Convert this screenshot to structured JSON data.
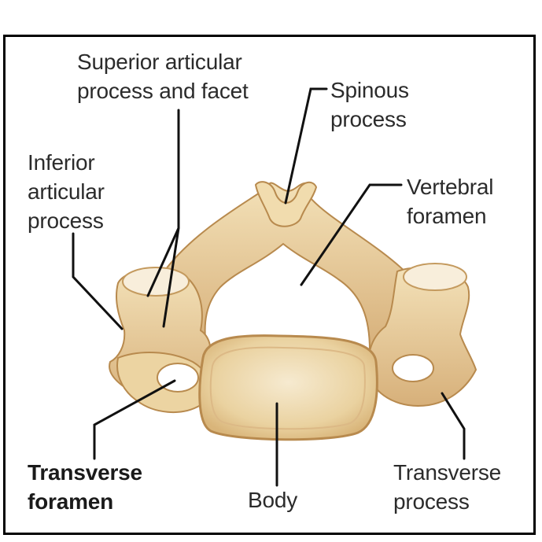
{
  "labels": {
    "superior_articular": "Superior articular\nprocess and facet",
    "spinous": "Spinous\nprocess",
    "inferior_articular": "Inferior\narticular\nprocess",
    "vertebral_foramen": "Vertebral\nforamen",
    "transverse_foramen": "Transverse\nforamen",
    "body": "Body",
    "transverse_process": "Transverse\nprocess"
  },
  "colors": {
    "bone": "#ecd6a6",
    "bone_dark": "#c59a5c",
    "bone_light": "#f7ebcf",
    "leader": "#111111"
  }
}
